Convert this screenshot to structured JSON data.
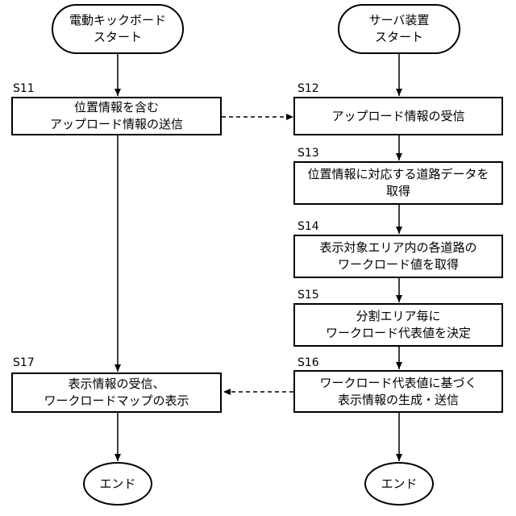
{
  "start_left": {
    "line1": "電動キックボード",
    "line2": "スタート"
  },
  "start_right": {
    "line1": "サーバ装置",
    "line2": "スタート"
  },
  "steps": {
    "s11": {
      "label": "S11",
      "line1": "位置情報を含む",
      "line2": "アップロード情報の送信"
    },
    "s12": {
      "label": "S12",
      "line1": "アップロード情報の受信"
    },
    "s13": {
      "label": "S13",
      "line1": "位置情報に対応する道路データを",
      "line2": "取得"
    },
    "s14": {
      "label": "S14",
      "line1": "表示対象エリア内の各道路の",
      "line2": "ワークロード値を取得"
    },
    "s15": {
      "label": "S15",
      "line1": "分割エリア毎に",
      "line2": "ワークロード代表値を決定"
    },
    "s16": {
      "label": "S16",
      "line1": "ワークロード代表値に基づく",
      "line2": "表示情報の生成・送信"
    },
    "s17": {
      "label": "S17",
      "line1": "表示情報の受信、",
      "line2": "ワークロードマップの表示"
    }
  },
  "end_left": "エンド",
  "end_right": "エンド"
}
